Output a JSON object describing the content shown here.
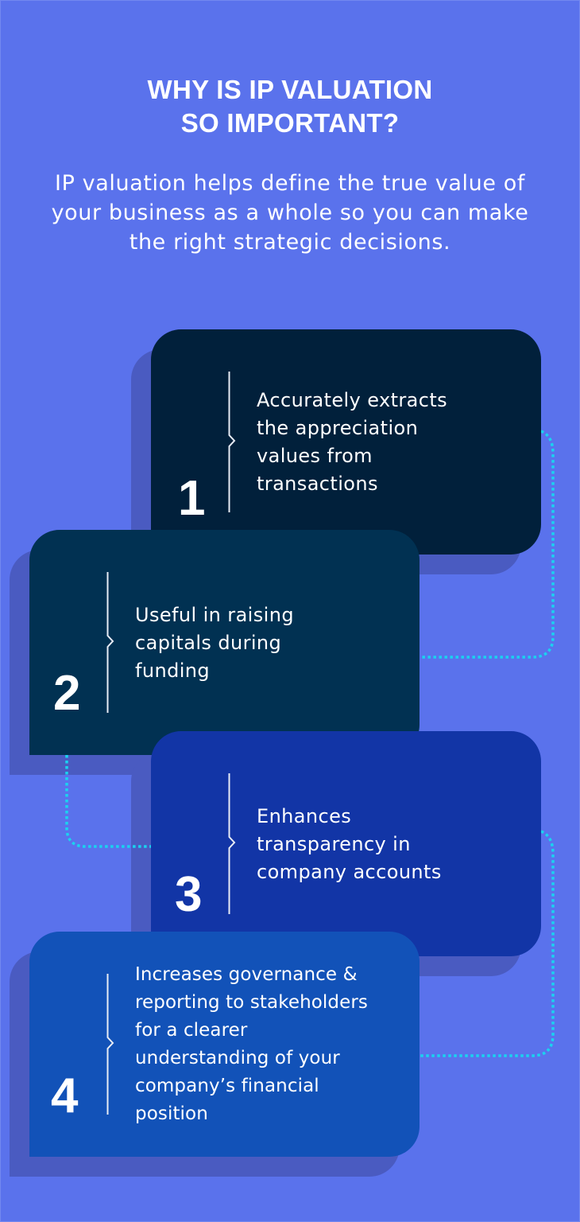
{
  "header": {
    "title_line1": "WHY IS IP VALUATION",
    "title_line2": "SO IMPORTANT?",
    "subtitle": "IP valuation helps define the true value of your business as a whole so you can make the right strategic decisions."
  },
  "colors": {
    "background": "#5A72EC",
    "shadow": "#4A5BC1",
    "connector": "#1AD3F0",
    "card1": "#01203B",
    "card2": "#013152",
    "card3": "#1235A6",
    "card4": "#1252B8",
    "text": "#FFFFFF"
  },
  "items": [
    {
      "number": "1",
      "text": "Accurately extracts\nthe appreciation\nvalues from\ntransactions"
    },
    {
      "number": "2",
      "text": "Useful in raising\ncapitals during\nfunding"
    },
    {
      "number": "3",
      "text": "Enhances\ntransparency in\ncompany accounts"
    },
    {
      "number": "4",
      "text": "Increases governance &\nreporting to stakeholders\nfor a clearer\nunderstanding of your\ncompany’s financial\nposition"
    }
  ]
}
